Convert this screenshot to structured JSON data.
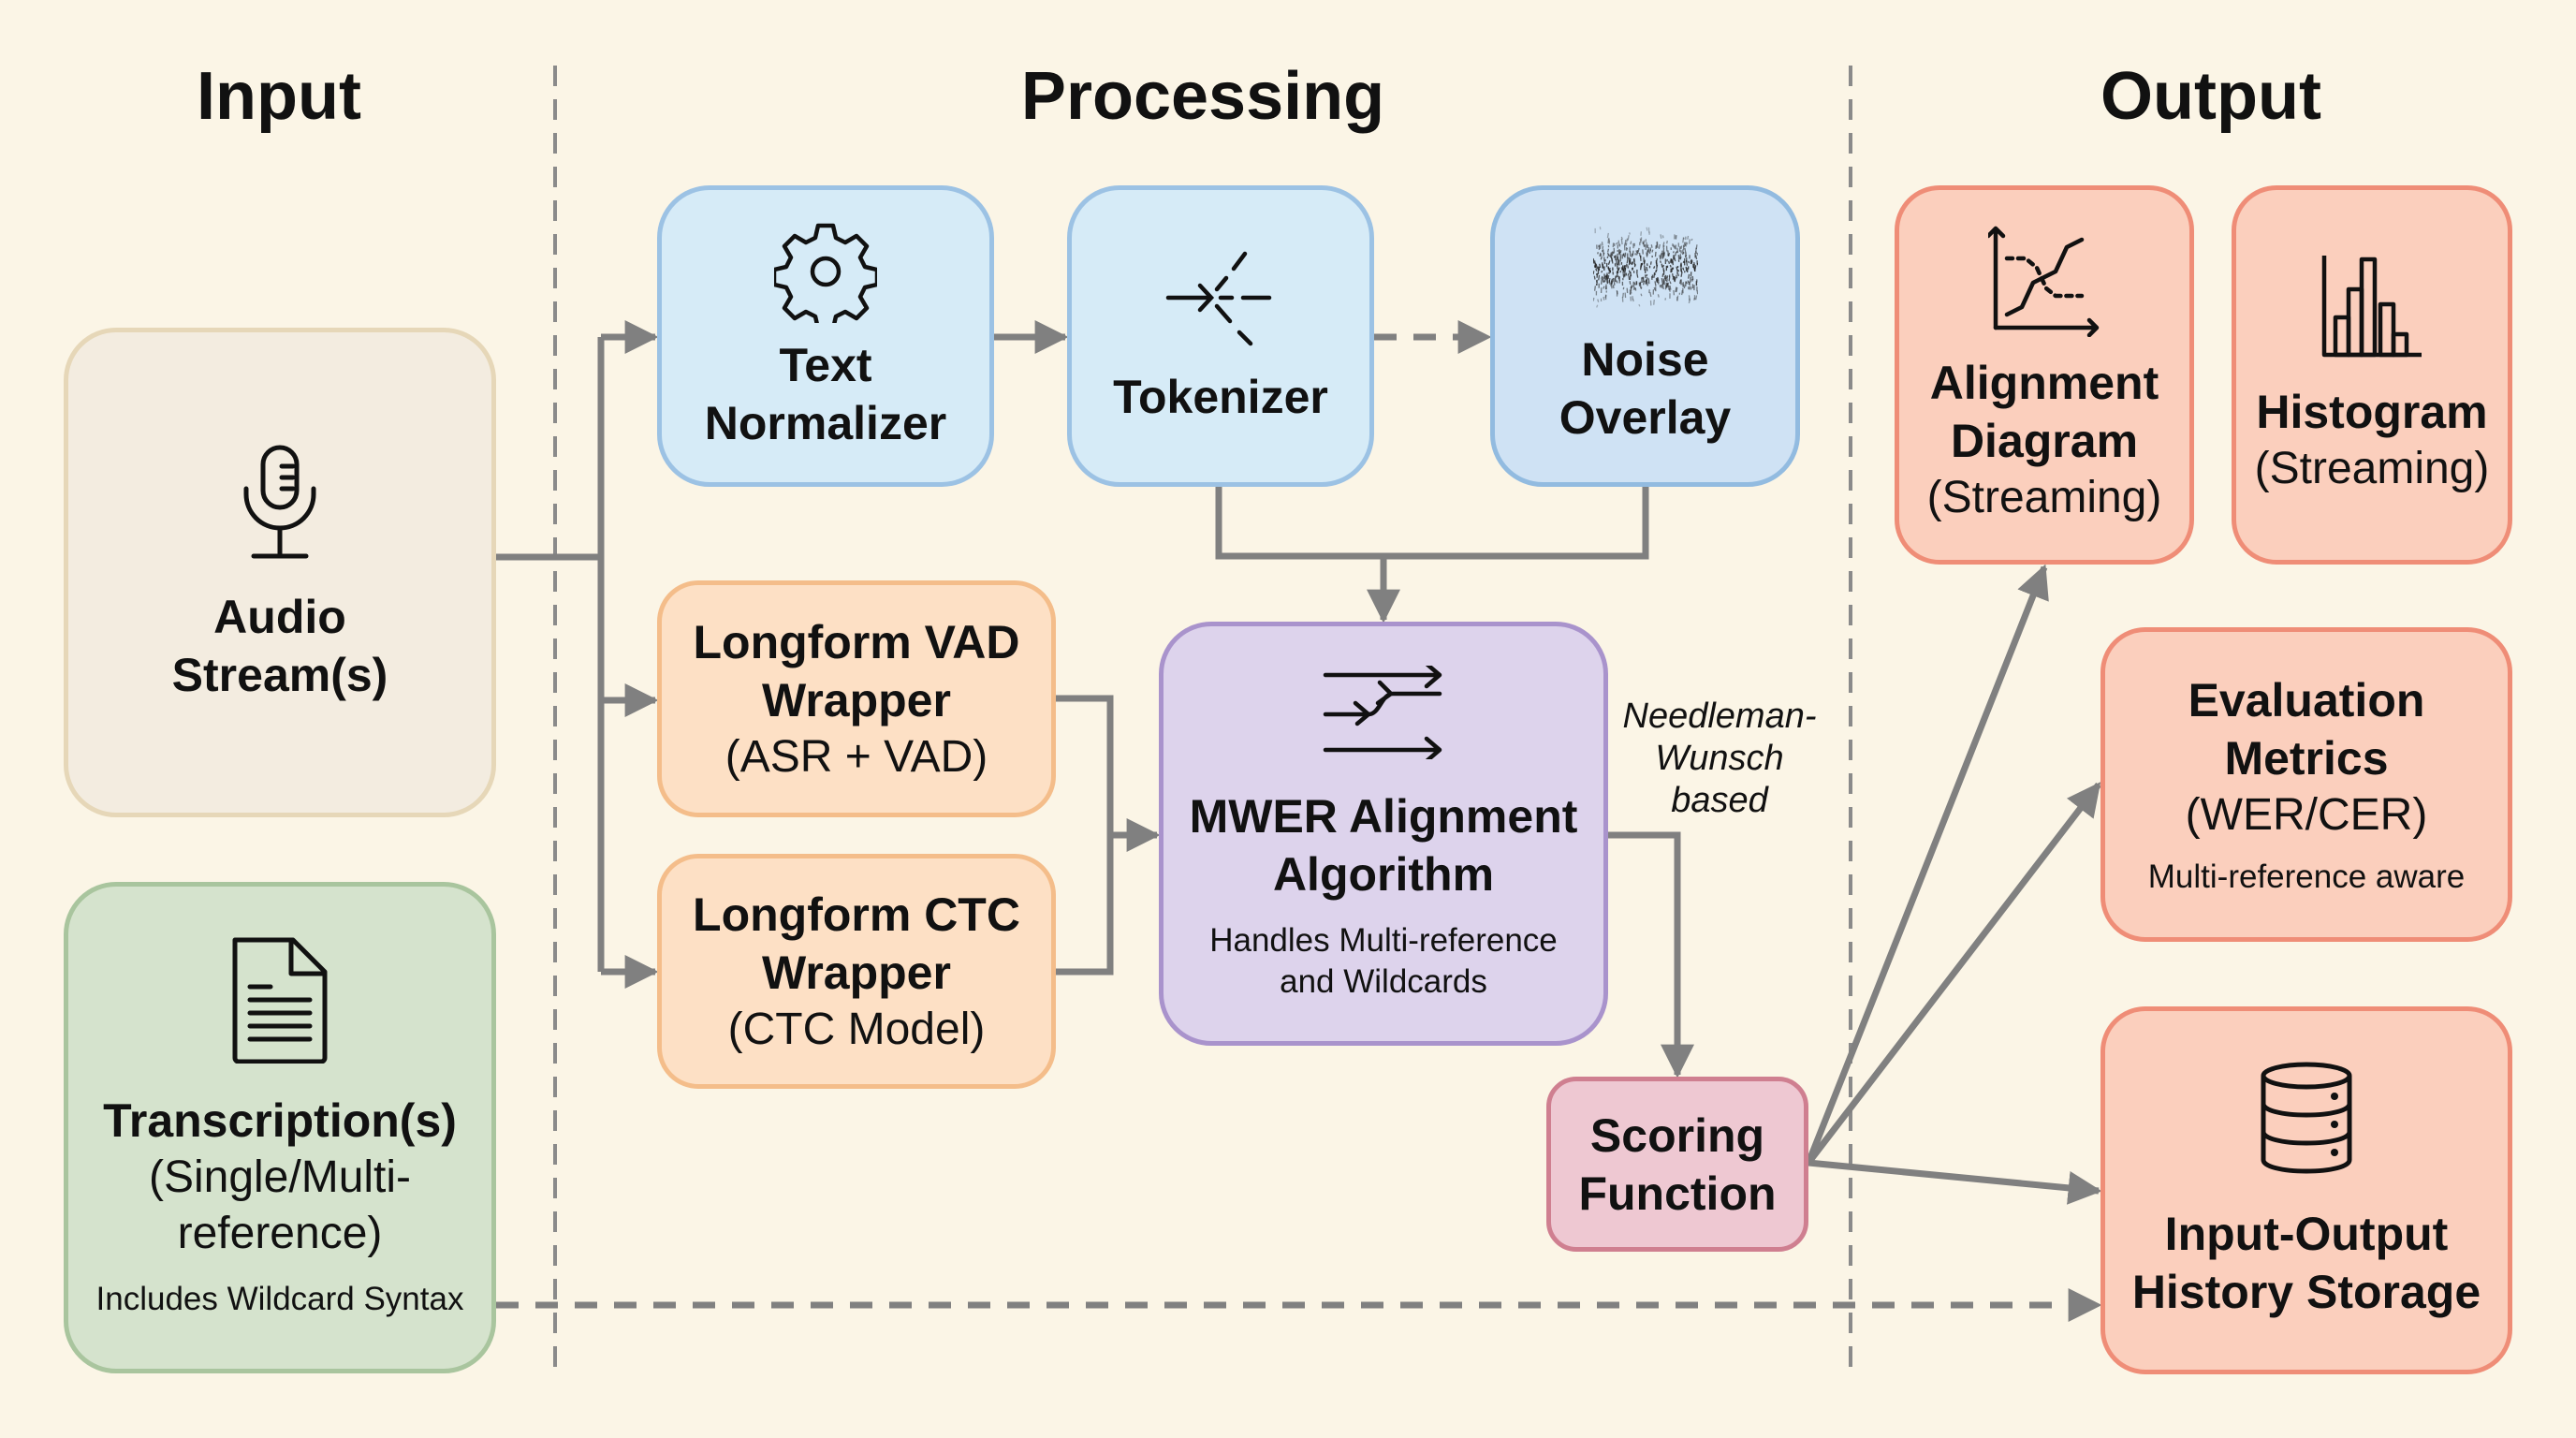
{
  "columns": {
    "input": "Input",
    "processing": "Processing",
    "output": "Output"
  },
  "nodes": {
    "audio": {
      "title_line1": "Audio",
      "title_line2": "Stream(s)",
      "icon": "microphone-icon"
    },
    "transcription": {
      "title": "Transcription(s)",
      "sub_line1": "(Single/Multi-",
      "sub_line2": "reference)",
      "note": "Includes Wildcard Syntax",
      "icon": "document-icon"
    },
    "text_normalizer": {
      "title_line1": "Text",
      "title_line2": "Normalizer",
      "icon": "gear-icon"
    },
    "tokenizer": {
      "title": "Tokenizer",
      "icon": "split-arrow-icon"
    },
    "noise_overlay": {
      "title_line1": "Noise",
      "title_line2": "Overlay",
      "icon": "noise-icon"
    },
    "vad_wrapper": {
      "title_line1": "Longform VAD",
      "title_line2": "Wrapper",
      "sub": "(ASR + VAD)"
    },
    "ctc_wrapper": {
      "title_line1": "Longform CTC",
      "title_line2": "Wrapper",
      "sub": "(CTC Model)"
    },
    "mwer": {
      "title_line1": "MWER Alignment",
      "title_line2": "Algorithm",
      "note_line1": "Handles Multi-reference",
      "note_line2": "and Wildcards",
      "icon": "alignment-arrows-icon"
    },
    "scoring": {
      "title_line1": "Scoring",
      "title_line2": "Function"
    },
    "alignment_diagram": {
      "title_line1": "Alignment",
      "title_line2": "Diagram",
      "sub": "(Streaming)",
      "icon": "line-chart-icon"
    },
    "histogram": {
      "title": "Histogram",
      "sub": "(Streaming)",
      "icon": "bar-chart-icon"
    },
    "eval_metrics": {
      "title_line1": "Evaluation",
      "title_line2": "Metrics",
      "sub": "(WER/CER)",
      "note": "Multi-reference aware"
    },
    "io_storage": {
      "title_line1": "Input-Output",
      "title_line2": "History Storage",
      "icon": "database-icon"
    }
  },
  "annotations": {
    "needleman_line1": "Needleman-",
    "needleman_line2": "Wunsch",
    "needleman_line3": "based"
  },
  "colors": {
    "background": "#fbf5e6",
    "connector": "#808080",
    "input_audio": "#f3ece0",
    "input_transcription": "#d5e3cd",
    "processing_text": "#d6ebf7",
    "processing_wrapper": "#fde0c5",
    "processing_mwer": "#ddd3ec",
    "processing_scoring": "#eec8d2",
    "output": "#fbcfbd"
  }
}
